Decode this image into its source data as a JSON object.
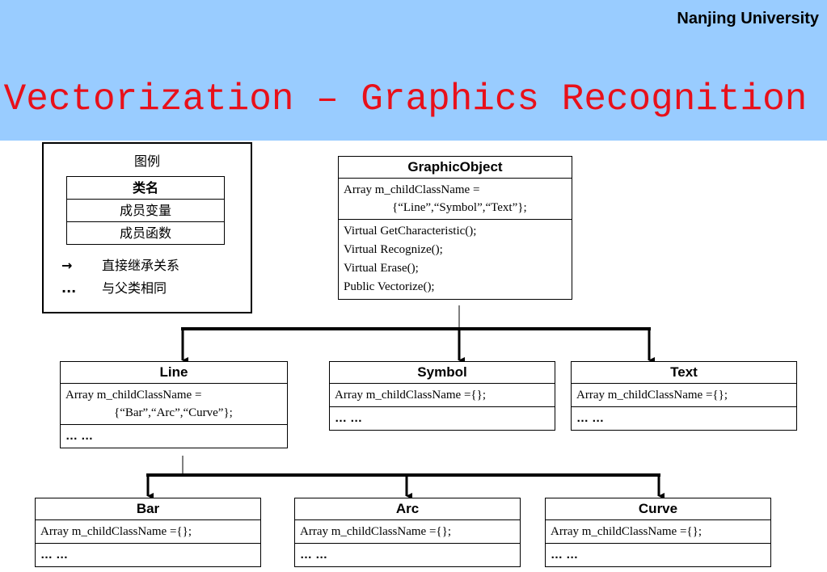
{
  "header": {
    "university": "Nanjing University",
    "title": "Vectorization – Graphics Recognition"
  },
  "legend": {
    "title": "图例",
    "class_name": "类名",
    "member_var": "成员变量",
    "member_func": "成员函数",
    "arrow_symbol": "→",
    "inherit_text": "直接继承关系",
    "dots_symbol": "...",
    "same_text": "与父类相同"
  },
  "classes": {
    "graphic": {
      "name": "GraphicObject",
      "attr1": "Array    m_childClassName =",
      "attr2": "{“Line”,“Symbol”,“Text”};",
      "m1": "Virtual GetCharacteristic();",
      "m2": "Virtual Recognize();",
      "m3": "Virtual Erase();",
      "m4": "Public Vectorize();"
    },
    "line": {
      "name": "Line",
      "attr1": "Array    m_childClassName =",
      "attr2": "{“Bar”,“Arc”,“Curve”};",
      "methods": "… …"
    },
    "symbol": {
      "name": "Symbol",
      "attr": "Array    m_childClassName ={};",
      "methods": "… …"
    },
    "text": {
      "name": "Text",
      "attr": "Array    m_childClassName ={};",
      "methods": "… …"
    },
    "bar": {
      "name": "Bar",
      "attr": "Array    m_childClassName ={};",
      "methods": "… …"
    },
    "arc": {
      "name": "Arc",
      "attr": "Array    m_childClassName ={};",
      "methods": "… …"
    },
    "curve": {
      "name": "Curve",
      "attr": "Array    m_childClassName ={};",
      "methods": "… …"
    }
  }
}
